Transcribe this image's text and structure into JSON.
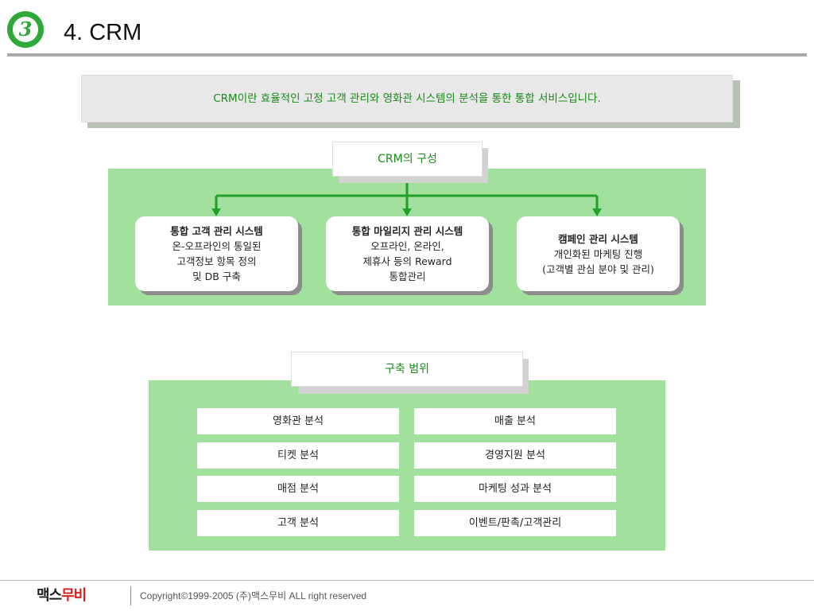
{
  "header": {
    "badge_number": "3",
    "title": "4. CRM"
  },
  "banner": {
    "text": "CRM이란 효율적인 고정 고객 관리와 영화관 시스템의 분석을 통한 통합 서비스입니다."
  },
  "composition": {
    "heading": "CRM의 구성",
    "cards": [
      {
        "title": "통합 고객 관리 시스템",
        "lines": [
          "온-오프라인의 통일된",
          "고객정보 항목 정의",
          "및 DB 구축"
        ]
      },
      {
        "title": "통합 마일리지 관리 시스템",
        "lines": [
          "오프라인, 온라인,",
          "제휴사 등의 Reward",
          "통합관리"
        ]
      },
      {
        "title": "캠페인 관리 시스템",
        "lines": [
          "개인화된 마케팅 진행",
          "(고객별 관심 분야 및 관리)"
        ]
      }
    ]
  },
  "scope": {
    "heading": "구축 범위",
    "left": [
      "영화관 분석",
      "티켓 분석",
      "매점 분석",
      "고객 분석"
    ],
    "right": [
      "매출 분석",
      "경영지원 분석",
      "마케팅 성과 분석",
      "이벤트/판촉/고객관리"
    ]
  },
  "footer": {
    "logo_part1": "맥스",
    "logo_part2": "무비",
    "copyright": "Copyright©1999-2005 (주)맥스무비 ALL right reserved"
  },
  "colors": {
    "accent_green": "#2ea836",
    "text_green": "#1a8a1a",
    "panel_green": "#a2e09e",
    "logo_red": "#d92020"
  }
}
